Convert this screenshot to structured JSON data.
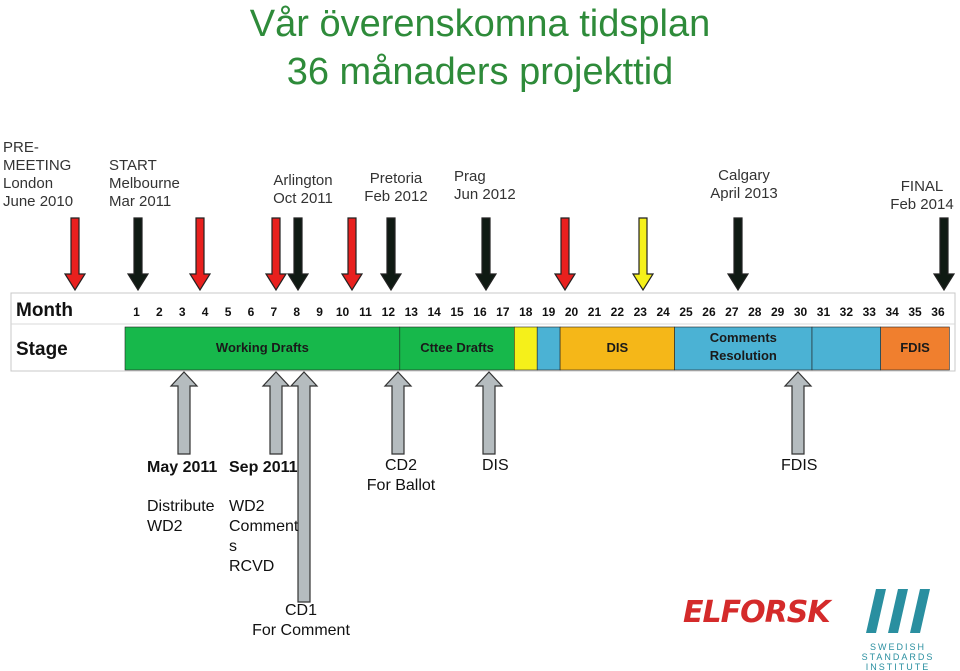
{
  "title": {
    "line1": "Vår överenskomna tidsplan",
    "line2": "36 månaders projekttid"
  },
  "meetings": [
    {
      "id": "pre",
      "lines": [
        "PRE-",
        "MEETING",
        "London",
        "June 2010"
      ],
      "color": "#e8201e"
    },
    {
      "id": "start",
      "lines": [
        "START",
        "Melbourne",
        "Mar 2011"
      ],
      "color": "#0f1a13"
    },
    {
      "id": "arlington",
      "lines": [
        "Arlington",
        "Oct 2011"
      ],
      "color": "#e8201e"
    },
    {
      "id": "pretoria",
      "lines": [
        "Pretoria",
        "Feb 2012"
      ],
      "color": "#0f1a13"
    },
    {
      "id": "prag",
      "lines": [
        "Prag",
        "Jun 2012"
      ],
      "color": "#0f1a13"
    },
    {
      "id": "calgary",
      "lines": [
        "Calgary",
        "April 2013"
      ],
      "color": "#0f1a13"
    },
    {
      "id": "final",
      "lines": [
        "FINAL",
        "Feb 2014"
      ],
      "color": "#0f1a13"
    }
  ],
  "timeline": {
    "month_label": "Month",
    "stage_label": "Stage",
    "months": [
      "1",
      "2",
      "3",
      "4",
      "5",
      "6",
      "7",
      "8",
      "9",
      "10",
      "11",
      "12",
      "13",
      "14",
      "15",
      "16",
      "17",
      "18",
      "19",
      "20",
      "21",
      "22",
      "23",
      "24",
      "25",
      "26",
      "27",
      "28",
      "29",
      "30",
      "31",
      "32",
      "33",
      "34",
      "35",
      "36"
    ],
    "stages": [
      {
        "label": "Working Drafts",
        "color": "#17b84b"
      },
      {
        "label": "Cttee Drafts",
        "color": "#17b84b"
      },
      {
        "label": "",
        "color": "#f5f01a"
      },
      {
        "label": "",
        "color": "#4bb2d4"
      },
      {
        "label": "DIS",
        "color": "#f5b718"
      },
      {
        "label": "Comments Resolution",
        "color": "#4bb2d4"
      },
      {
        "label": "",
        "color": "#4bb2d4"
      },
      {
        "label": "FDIS",
        "color": "#f07f2e"
      }
    ]
  },
  "milestones": {
    "may2011": {
      "date": "May 2011",
      "desc": [
        "Distribute",
        "WD2"
      ]
    },
    "sep2011": {
      "date": "Sep 2011",
      "desc": [
        "WD2",
        "Comment",
        "s",
        "RCVD"
      ]
    },
    "cd1": {
      "lines": [
        "CD1",
        "For Comment"
      ]
    },
    "cd2": {
      "lines": [
        "CD2",
        "For Ballot"
      ]
    },
    "dis": {
      "label": "DIS"
    },
    "fdis": {
      "label": "FDIS"
    }
  },
  "logos": {
    "elforsk": "ELFORSK",
    "sis_mark": "SIS",
    "sis_text": [
      "SWEDISH",
      "STANDARDS",
      "INSTITUTE"
    ]
  },
  "colors": {
    "red_arrow": "#e8201e",
    "black_arrow": "#0f1a13",
    "yellow_arrow": "#f5f01a",
    "grey_arrow": "#b5bcbf",
    "title_green": "#2e8b3a"
  }
}
